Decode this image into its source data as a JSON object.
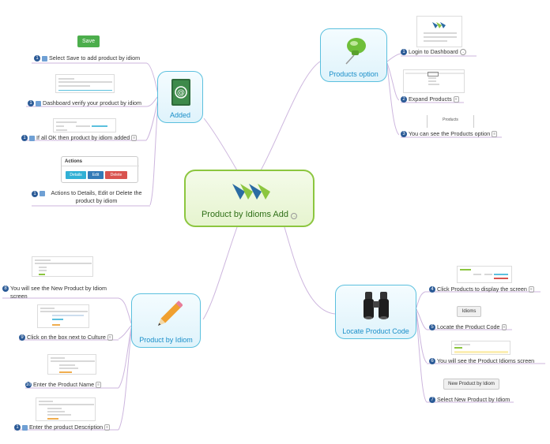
{
  "central": {
    "title": "Product by Idioms Add",
    "link_icon": "link-icon"
  },
  "topics": {
    "products_option": {
      "label": "Products option",
      "icon": "pushpin-icon",
      "items": [
        {
          "num": "1",
          "text": "Login to Dashboard"
        },
        {
          "num": "2",
          "text": "Expand Products"
        },
        {
          "num": "3",
          "text": "You can see the Products option"
        }
      ],
      "thumb_products_label": "Products"
    },
    "added": {
      "label": "Added",
      "icon": "address-book-icon",
      "items": [
        {
          "num": "1",
          "text": "Select Save to add product by idiom"
        },
        {
          "num": "1",
          "text": "Dashboard verify your product by idiom"
        },
        {
          "num": "1",
          "text": "If all OK then product by idiom added"
        },
        {
          "num": "1",
          "text": "Actions to Details, Edit or Delete the product by idiom"
        }
      ],
      "save_label": "Save",
      "actions": {
        "title": "Actions",
        "details": "Details",
        "edit": "Edit",
        "delete": "Delete"
      }
    },
    "product_by_idiom": {
      "label": "Product by Idiom",
      "icon": "pencil-icon",
      "items": [
        {
          "num": "8",
          "text": "You will see the New Product by Idiom screen"
        },
        {
          "num": "9",
          "text": "Click on the box next to Culture"
        },
        {
          "num": "10",
          "text": "Enter the Product Name"
        },
        {
          "num": "1",
          "text": "Enter the product Description"
        }
      ]
    },
    "locate_product_code": {
      "label": "Locate Product Code",
      "icon": "binoculars-icon",
      "items": [
        {
          "num": "4",
          "text": "Click Products to display the screen"
        },
        {
          "num": "5",
          "text": "Locate the Product Code"
        },
        {
          "num": "6",
          "text": "You will see the Product Idioms screen"
        },
        {
          "num": "7",
          "text": "Select New Product by Idiom"
        }
      ],
      "idioms_label": "Idioms",
      "new_button_label": "New Product by Idiom"
    }
  },
  "colors": {
    "central_border": "#8cc63f",
    "topic_border": "#5bc0de",
    "branch_right": "#c4a9d8",
    "branch_left": "#c4a9d8",
    "number_badge": "#2a5a96"
  }
}
